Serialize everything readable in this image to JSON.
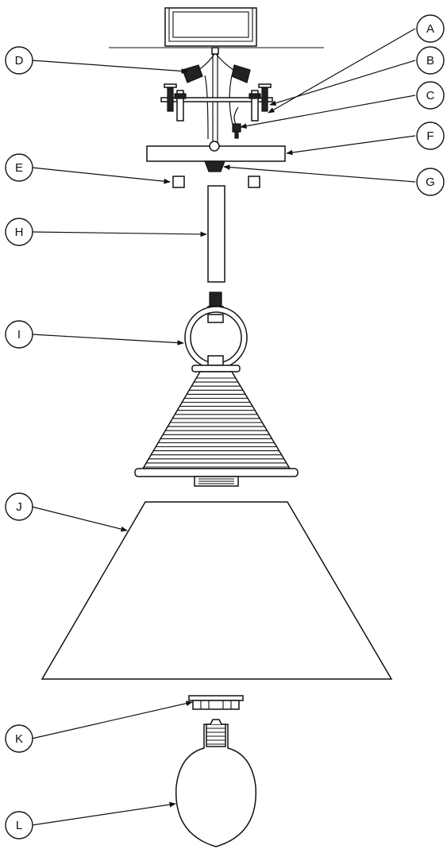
{
  "diagram": {
    "callouts": {
      "A": "A",
      "B": "B",
      "C": "C",
      "D": "D",
      "E": "E",
      "F": "F",
      "G": "G",
      "H": "H",
      "I": "I",
      "J": "J",
      "K": "K",
      "L": "L"
    },
    "colors": {
      "line": "#111111",
      "fill": "#ffffff",
      "dark": "#222222"
    }
  }
}
